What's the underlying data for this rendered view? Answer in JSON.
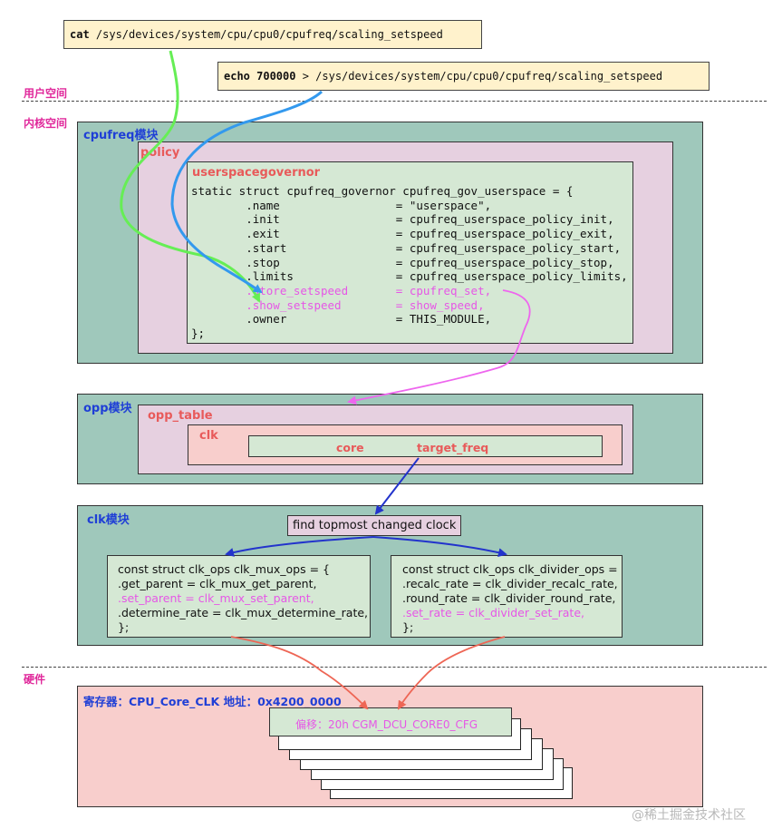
{
  "commands": {
    "cat_cmd": "cat",
    "cat_path": " /sys/devices/system/cpu/cpu0/cpufreq/scaling_setspeed",
    "echo_cmd": "echo 700000",
    "echo_path": " > /sys/devices/system/cpu/cpu0/cpufreq/scaling_setspeed"
  },
  "sections": {
    "user_space": "用户空间",
    "kernel_space": "内核空间",
    "hardware": "硬件"
  },
  "cpufreq": {
    "module_label": "cpufreq模块",
    "policy_label": "policy",
    "governor_label": "userspacegovernor",
    "code_lines": [
      "static struct cpufreq_governor cpufreq_gov_userspace = {",
      "        .name                 = \"userspace\",",
      "        .init                 = cpufreq_userspace_policy_init,",
      "        .exit                 = cpufreq_userspace_policy_exit,",
      "        .start                = cpufreq_userspace_policy_start,",
      "        .stop                 = cpufreq_userspace_policy_stop,",
      "        .limits               = cpufreq_userspace_policy_limits,",
      "        .store_setspeed       = cpufreq_set,",
      "        .show_setspeed        = show_speed,",
      "        .owner                = THIS_MODULE,",
      "};"
    ]
  },
  "opp": {
    "module_label": "opp模块",
    "table_label": "opp_table",
    "clk_label": "clk",
    "core_label": "core",
    "target_freq_label": "target_freq"
  },
  "clk": {
    "module_label": "clk模块",
    "find_label": "find topmost changed clock",
    "mux_lines": [
      "const struct clk_ops clk_mux_ops = {",
      ".get_parent = clk_mux_get_parent,",
      ".set_parent = clk_mux_set_parent,",
      ".determine_rate = clk_mux_determine_rate,",
      "};"
    ],
    "divider_lines": [
      "const struct clk_ops clk_divider_ops = {",
      ".recalc_rate = clk_divider_recalc_rate,",
      ".round_rate = clk_divider_round_rate,",
      ".set_rate = clk_divider_set_rate,",
      "};"
    ]
  },
  "hardware": {
    "register_label": "寄存器：CPU_Core_CLK 地址：0x4200_0000",
    "offset_label": "偏移：20h CGM_DCU_CORE0_CFG"
  },
  "watermark": "@稀土掘金技术社区",
  "colors": {
    "green_arrow": "#66ee55",
    "blue_arrow": "#3399ee",
    "magenta_arrow": "#ee66ee",
    "dark_blue_arrow": "#2233cc",
    "red_arrow": "#ee6655"
  }
}
